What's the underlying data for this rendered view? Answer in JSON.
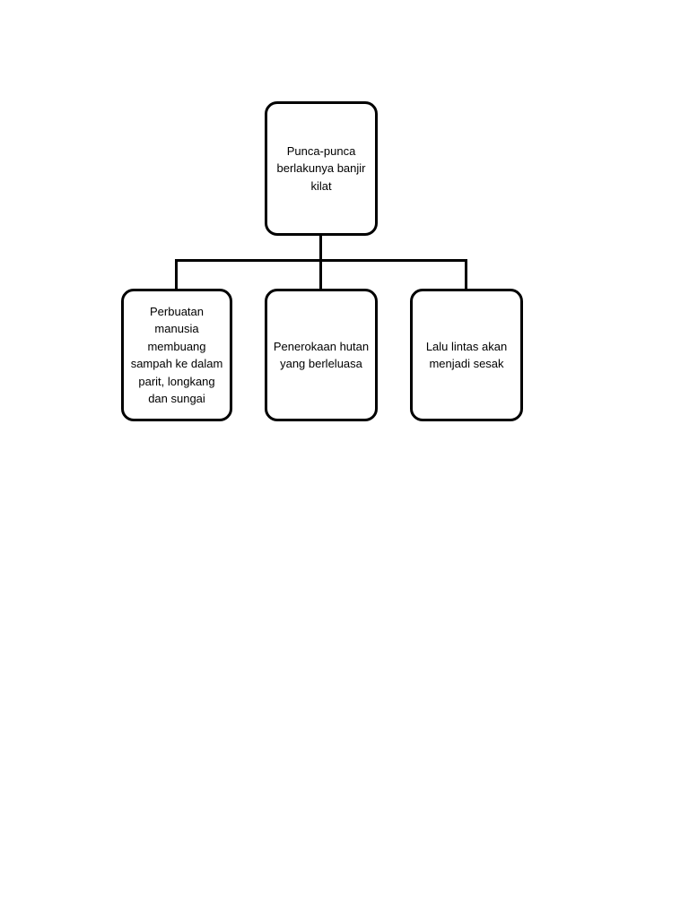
{
  "page": {
    "background_color": "#ffffff"
  },
  "diagram": {
    "type": "tree",
    "line_color": "#000000",
    "box_border_color": "#000000",
    "box_fill_color": "#ffffff",
    "root": {
      "id": "root",
      "label": "Punca-punca berlakunya banjir kilat"
    },
    "children": [
      {
        "id": "child-1",
        "label": "Perbuatan manusia membuang sampah ke dalam parit, longkang dan sungai"
      },
      {
        "id": "child-2",
        "label": "Penerokaan hutan yang berleluasa"
      },
      {
        "id": "child-3",
        "label": "Lalu lintas akan menjadi sesak"
      }
    ]
  }
}
